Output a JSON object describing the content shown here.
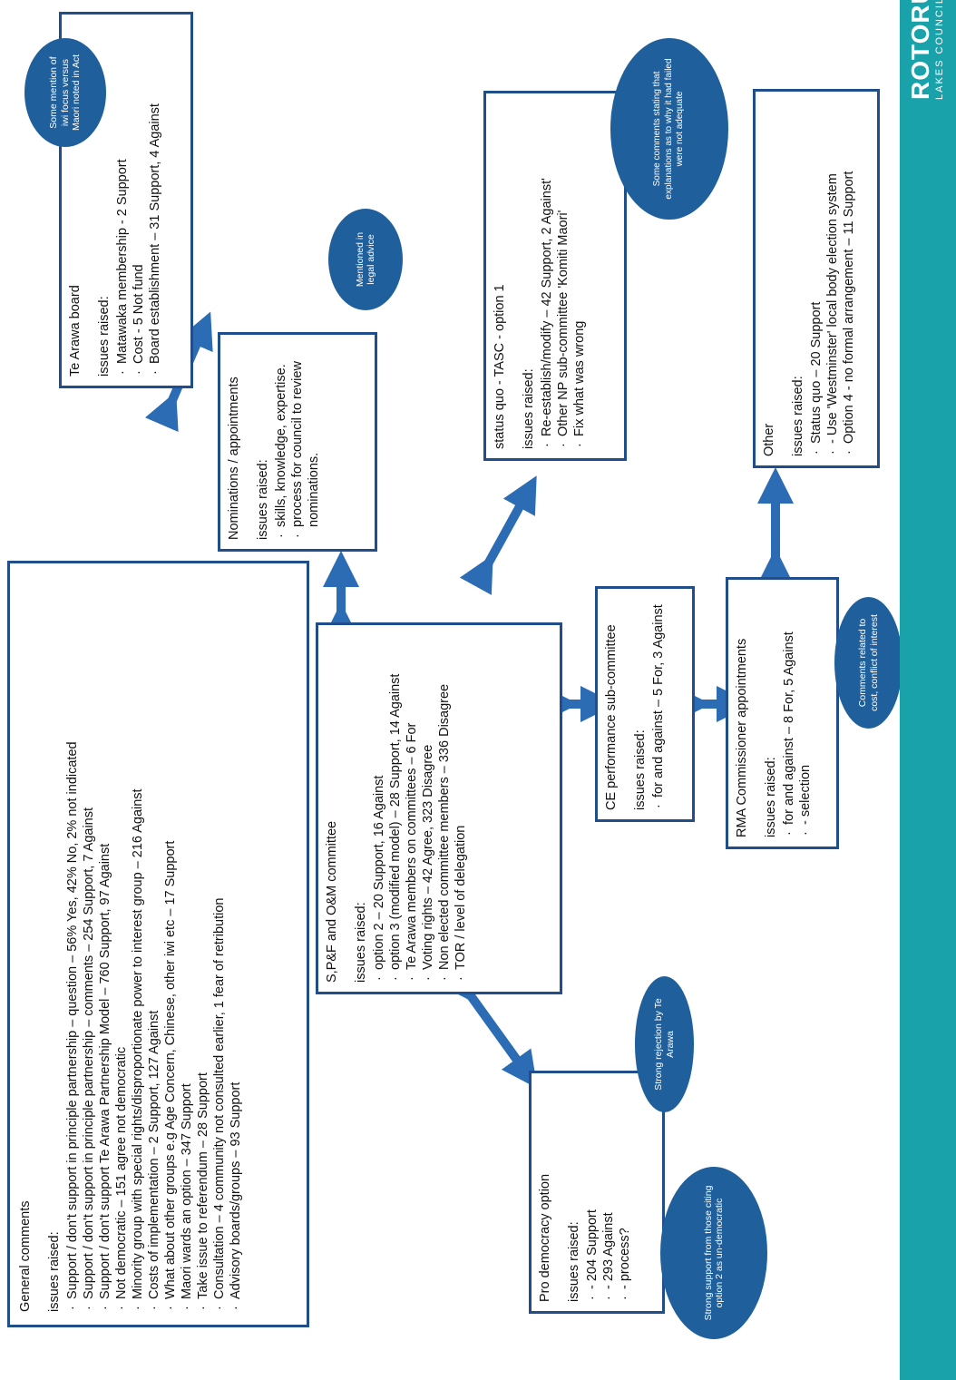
{
  "brand": {
    "name": "ROTORUA",
    "sub": "LAKES COUNCIL"
  },
  "colors": {
    "accent": "#1aa2ab",
    "border": "#1f4e8a",
    "bubble": "#1f5f9c",
    "arrow": "#2b6cb4"
  },
  "boxes": {
    "general": {
      "title": "General comments",
      "issues_label": "issues raised:",
      "items": [
        "Support / don't support in principle partnership – question – 56% Yes, 42% No, 2% not indicated",
        "Support / don't support in principle partnership – comments – 254 Support, 7 Against",
        "Support / don't support Te Arawa Partnership Model – 760  Support, 97 Against",
        "Not democratic – 151 agree not democratic",
        "Minority group with special rights/disproportionate power to interest group – 216 Against",
        "Costs of implementation – 2 Support, 127 Against",
        "What about other groups e.g Age Concern, Chinese, other iwi etc – 17 Support",
        "Maori wards an option – 347 Support",
        "Take issue to referendum – 28 Support",
        "Consultation – 4 community not consulted earlier, 1 fear of retribution",
        "Advisory boards/groups – 93  Support"
      ]
    },
    "board": {
      "title": "Te Arawa board",
      "issues_label": "issues raised:",
      "items": [
        "Matawaka membership - 2 Support",
        "Cost - 5 Not fund",
        "Board establishment – 31 Support, 4 Against"
      ]
    },
    "nominations": {
      "title": "Nominations / appointments",
      "issues_label": "issues raised:",
      "items": [
        "skills, knowledge, expertise.",
        "process for council to review nominations."
      ]
    },
    "status_quo": {
      "title": "status quo - TASC - option 1",
      "issues_label": "issues raised:",
      "items": [
        "Re-establish/modify – 42 Support, 2 Against'",
        "Other NP sub-committee 'Komiti Maori'",
        "Fix what was wrong"
      ]
    },
    "other": {
      "title": "Other",
      "issues_label": "issues raised:",
      "items": [
        "Status quo – 20 Support",
        "- Use 'Westminster' local body election system",
        "Option 4 -  no formal arrangement – 11 Support"
      ]
    },
    "spf": {
      "title": "S,P&F and O&M committee",
      "issues_label": "issues raised:",
      "items": [
        "option 2 – 20 Support, 16 Against",
        "option 3 (modified model) – 28 Support, 14 Against",
        "Te Arawa members on committees – 6 For",
        "Voting rights – 42 Agree, 323 Disagree",
        "Non elected committee members – 336 Disagree",
        "TOR / level of delegation"
      ]
    },
    "ce": {
      "title": "CE performance sub-committee",
      "issues_label": "issues raised:",
      "items": [
        "for and against – 5 For, 3 Against"
      ]
    },
    "rma": {
      "title": "RMA Commissioner appointments",
      "issues_label": "issues raised:",
      "items": [
        "for and against – 8 For, 5 Against",
        "- selection"
      ]
    },
    "pro": {
      "title": "Pro democracy option",
      "issues_label": "issues raised:",
      "items": [
        "- 204 Support",
        "- 293 Against",
        "- process?"
      ]
    }
  },
  "bubbles": {
    "iwi_focus": "Some mention of iwi focus versus Maori noted in Act",
    "legal": "Mentioned in legal advice",
    "explanations": "Some comments stating that explanations as to why it had failed were not adequate",
    "cost_conflict": "Comments related to cost, conflict of interest",
    "rejection": "Strong rejection by Te Arawa",
    "strong_support": "Strong support from those citing option 2 as un-democratic"
  }
}
